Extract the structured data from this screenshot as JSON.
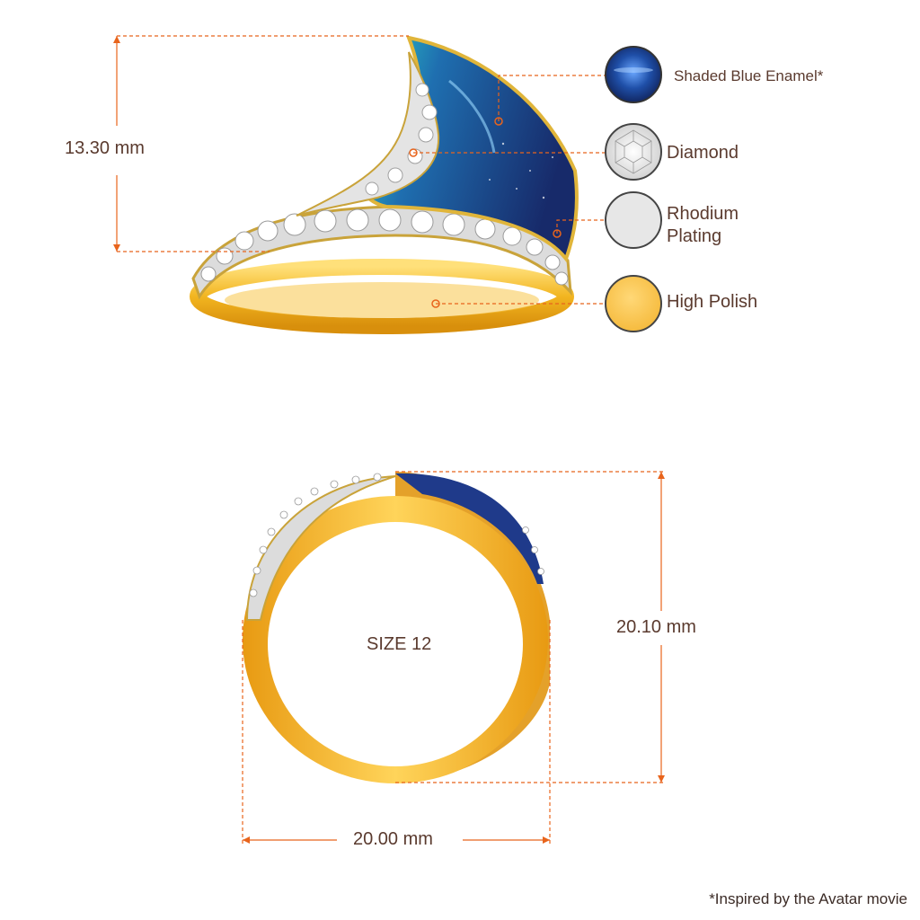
{
  "top_view": {
    "height_dimension": "13.30 mm"
  },
  "legend": [
    {
      "label": "Shaded Blue Enamel*",
      "swatch": "blue-enamel-swatch",
      "color": "#1e3f8c"
    },
    {
      "label": "Diamond",
      "swatch": "diamond-swatch",
      "color": "#e9e9e9"
    },
    {
      "label": "Rhodium Plating",
      "swatch": "rhodium-swatch",
      "color": "#e6e6e6"
    },
    {
      "label": "High Polish",
      "swatch": "gold-swatch",
      "color": "#f5c24f"
    }
  ],
  "front_view": {
    "size_label": "SIZE 12",
    "height_dimension": "20.10 mm",
    "width_dimension": "20.00 mm"
  },
  "footnote": "*Inspired by the Avatar movie",
  "colors": {
    "dimension_line": "#e8641c",
    "gold": "#f2b520",
    "enamel_dark": "#1c2e6e",
    "enamel_teal": "#2ab0b8",
    "text": "#5a3a2e"
  }
}
